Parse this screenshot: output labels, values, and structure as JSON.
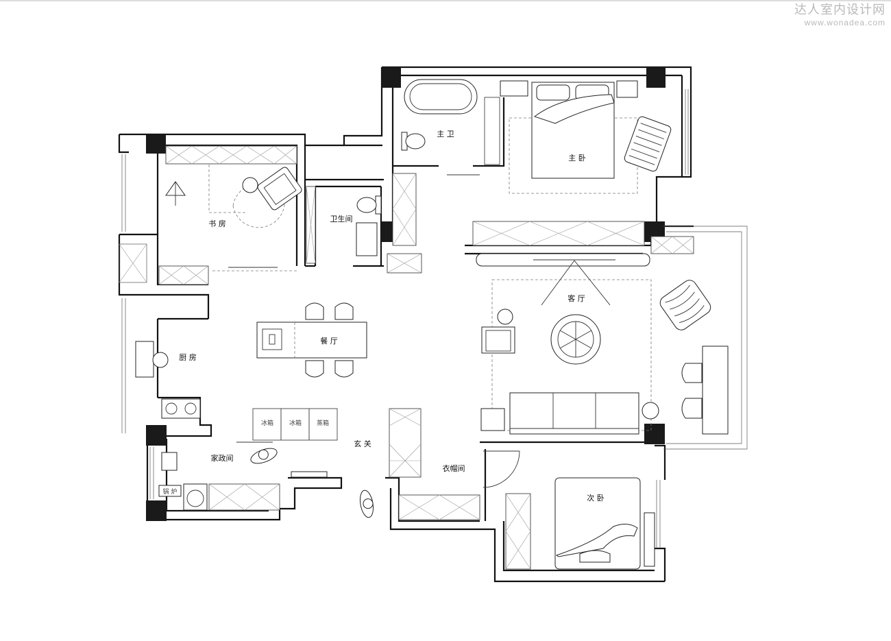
{
  "watermark": {
    "brand": "达人室内设计网",
    "url": "www.wonadea.com"
  },
  "rooms": {
    "master_bath": "主 卫",
    "master_bedroom": "主 卧",
    "study": "书 房",
    "washroom": "卫生间",
    "living_room": "客 厅",
    "dining_room": "餐 厅",
    "kitchen": "厨 房",
    "foyer": "玄 关",
    "housekeeping_room": "家政间",
    "walk_in_closet": "衣帽间",
    "second_bedroom": "次 卧"
  },
  "appliances": {
    "fridge_1": "冰箱",
    "fridge_2": "冰箱",
    "steamer": "蒸箱",
    "boiler": "锅 炉"
  }
}
